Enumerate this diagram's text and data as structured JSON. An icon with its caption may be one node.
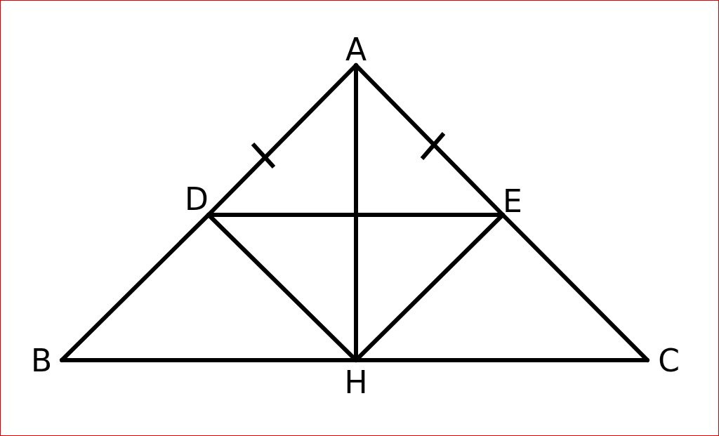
{
  "diagram": {
    "nodes": [
      {
        "text": [
          "A"
        ]
      },
      {
        "text": [
          "D"
        ]
      },
      {
        "text": [
          "E"
        ]
      },
      {
        "text": [
          "B"
        ]
      },
      {
        "text": [
          "H"
        ]
      },
      {
        "text": [
          "C"
        ]
      }
    ],
    "edges": [
      {
        "from": 0,
        "to": 1,
        "arrow": "none"
      },
      {
        "from": 1,
        "to": 3,
        "arrow": "none"
      },
      {
        "from": 0,
        "to": 2,
        "arrow": "none"
      },
      {
        "from": 2,
        "to": 5,
        "arrow": "none"
      },
      {
        "from": 3,
        "to": 4,
        "arrow": "none"
      },
      {
        "from": 4,
        "to": 5,
        "arrow": "none"
      },
      {
        "from": 0,
        "to": 4,
        "arrow": "none"
      },
      {
        "from": 1,
        "to": 2,
        "arrow": "none"
      },
      {
        "from": 1,
        "to": 4,
        "arrow": "none"
      },
      {
        "from": 2,
        "to": 4,
        "arrow": "none"
      }
    ]
  }
}
